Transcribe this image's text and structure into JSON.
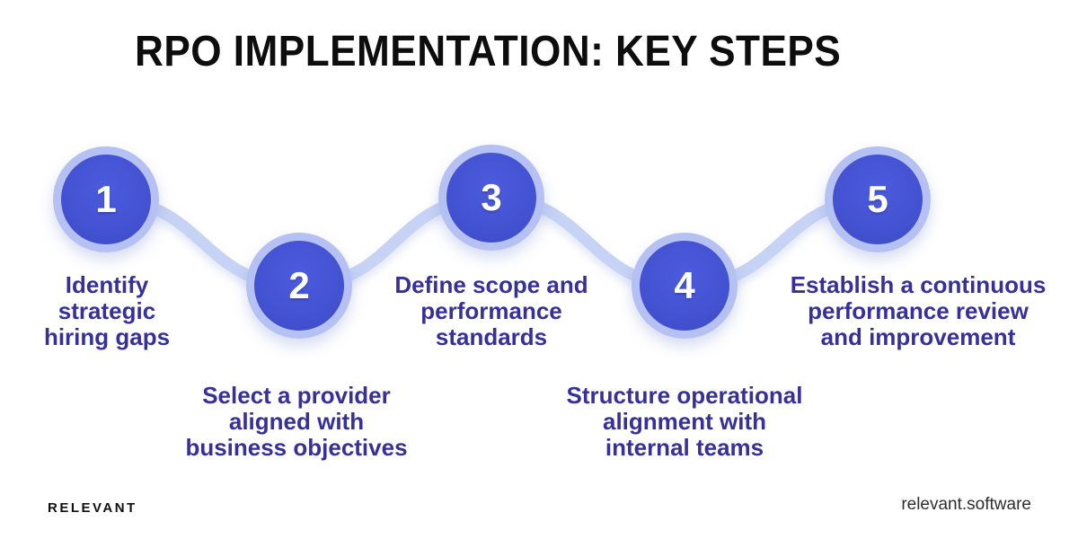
{
  "title": "RPO IMPLEMENTATION: KEY STEPS",
  "steps": [
    {
      "number": "1",
      "lines": [
        "Identify",
        "strategic",
        "hiring gaps"
      ]
    },
    {
      "number": "2",
      "lines": [
        "Select a provider",
        "aligned with",
        "business objectives"
      ]
    },
    {
      "number": "3",
      "lines": [
        "Define scope and",
        "performance",
        "standards"
      ]
    },
    {
      "number": "4",
      "lines": [
        "Structure operational",
        "alignment with",
        "internal teams"
      ]
    },
    {
      "number": "5",
      "lines": [
        "Establish a continuous",
        "performance review",
        "and improvement"
      ]
    }
  ],
  "footer": {
    "brand": "RELEVANT",
    "website": "relevant.software"
  },
  "colors": {
    "circle_fill": "#4353d2",
    "circle_ring": "#b5c1f2",
    "connector": "#c6d3f5",
    "step_text": "#37309b",
    "title_text": "#0d0d0d",
    "number_text": "#ffffff",
    "background": "#ffffff"
  }
}
